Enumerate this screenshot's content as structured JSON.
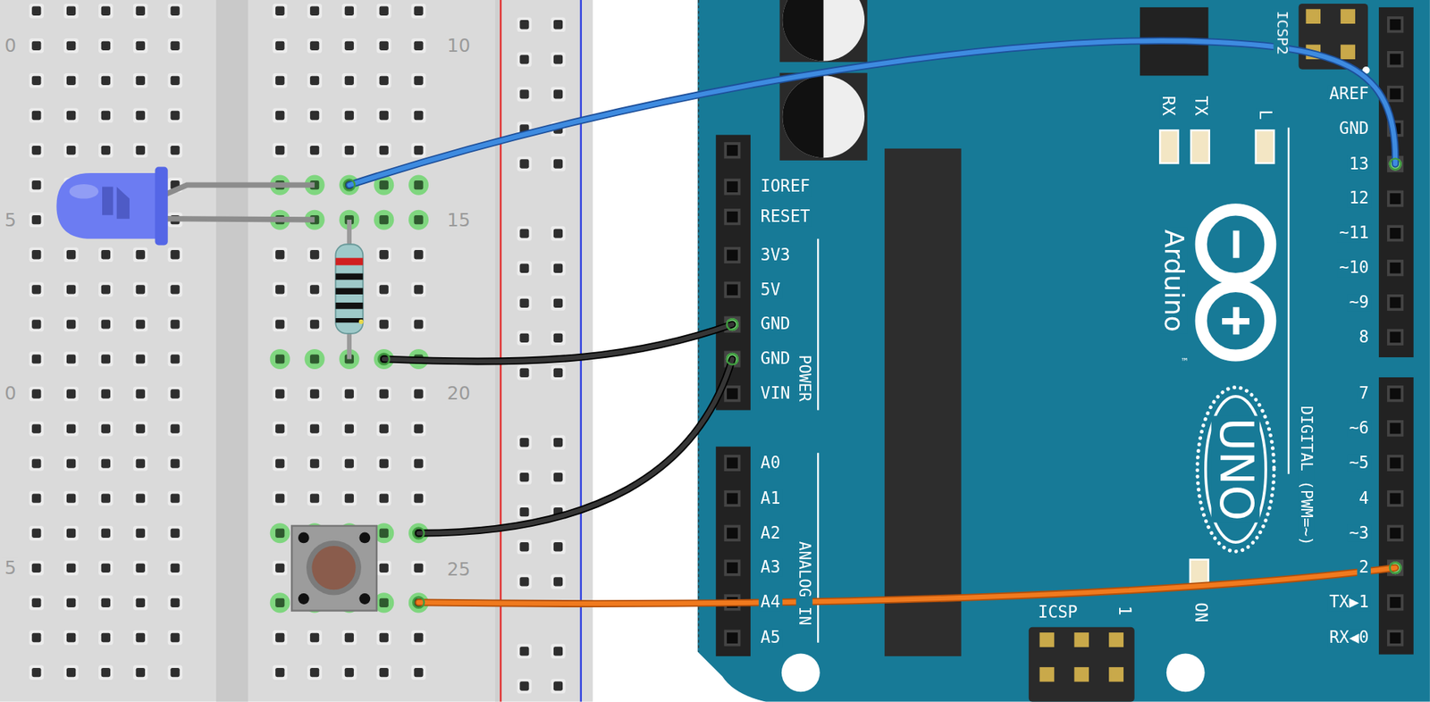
{
  "diagram": {
    "labels": [
      "0",
      "5",
      "0",
      "5",
      "10",
      "15",
      "20",
      "25",
      "ICSP2",
      "RX",
      "TX",
      "L",
      "AREF",
      "GND",
      "13",
      "12",
      "~11",
      "~10",
      "~9",
      "8",
      "Arduino",
      "™",
      "UNO",
      "DIGITAL (PWM=~)",
      "7",
      "~6",
      "~5",
      "4",
      "~3",
      "2",
      "TX▶1",
      "RX◀0",
      "ON",
      "ICSP",
      "1",
      "IOREF",
      "RESET",
      "3V3",
      "5V",
      "GND",
      "GND",
      "VIN",
      "POWER",
      "A0",
      "A1",
      "A2",
      "A3",
      "A4",
      "A5",
      "ANALOG IN"
    ]
  }
}
